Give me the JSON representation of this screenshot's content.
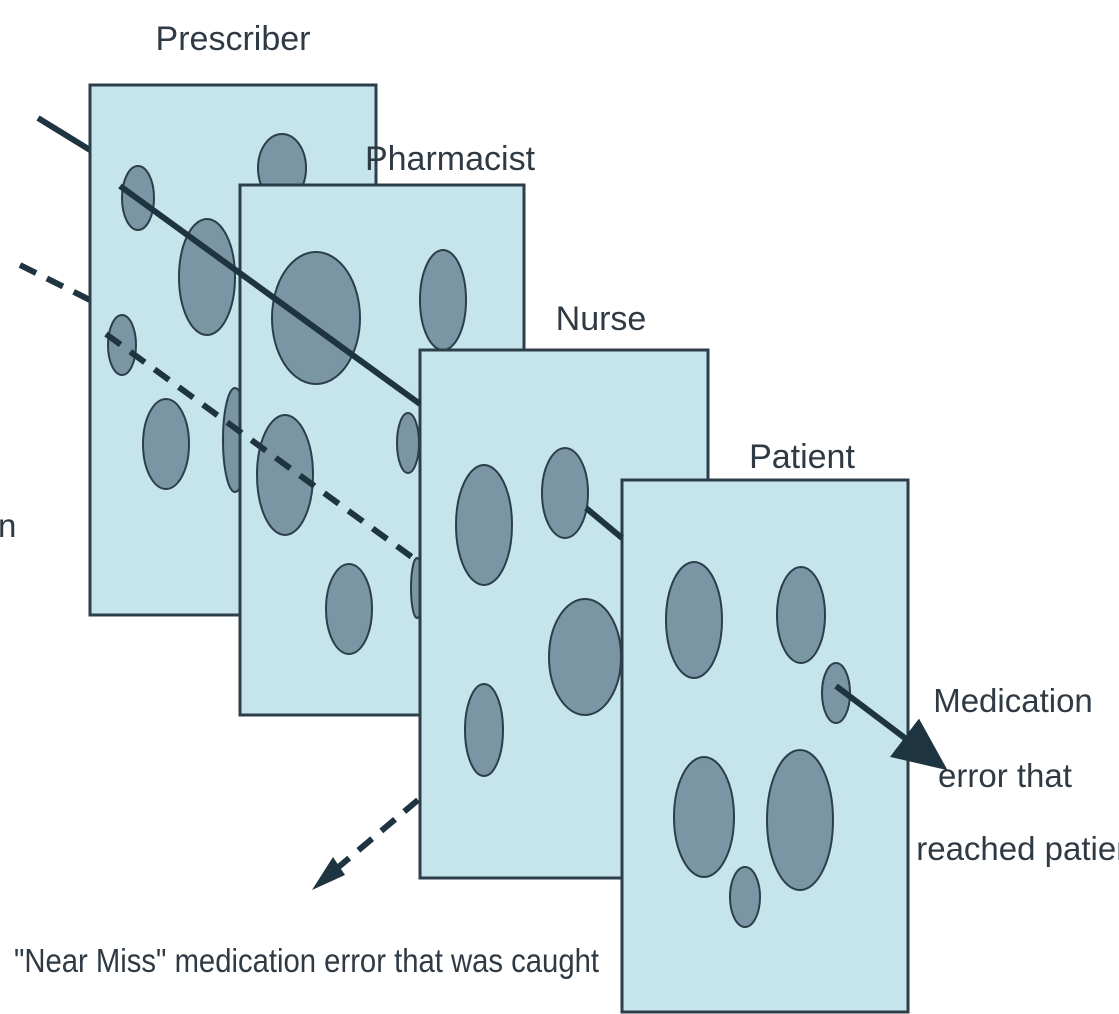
{
  "diagram": {
    "layers": [
      {
        "label": "Prescriber"
      },
      {
        "label": "Pharmacist"
      },
      {
        "label": "Nurse"
      },
      {
        "label": "Patient"
      }
    ],
    "outcomes": {
      "reached_patient": {
        "lines": [
          "Medication",
          "error that",
          "reached patient"
        ]
      },
      "near_miss": {
        "text": "\"Near Miss\" medication error that was caught"
      },
      "clipped_left_fragment": "n"
    }
  },
  "colors": {
    "layer_fill": "#c6e4ec",
    "layer_stroke": "#2c3e4a",
    "hole_fill": "#7a96a4",
    "hole_stroke": "#2c3e4a",
    "arrow": "#1e3440",
    "text": "#2f3a44"
  }
}
